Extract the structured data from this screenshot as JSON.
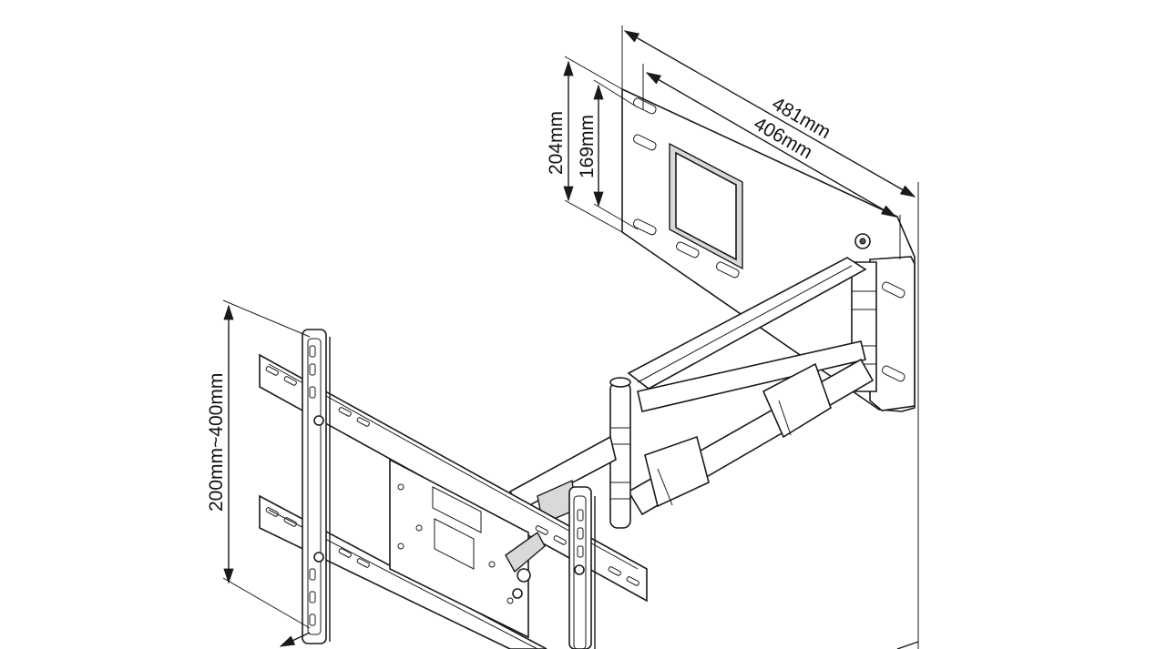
{
  "diagram": {
    "dimensions": {
      "wall_plate_width_outer": "481mm",
      "wall_plate_width_inner": "406mm",
      "wall_plate_height_outer": "204mm",
      "wall_plate_height_inner": "169mm",
      "vesa_range": "200mm~400mm"
    },
    "colors": {
      "line": "#1a1a1a",
      "fill": "#ffffff",
      "shade": "#d9d9d9"
    }
  }
}
